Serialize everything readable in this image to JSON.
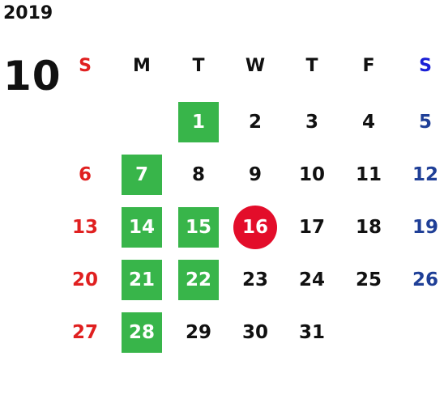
{
  "year": "2019",
  "month": "10",
  "weekdays": [
    "S",
    "M",
    "T",
    "W",
    "T",
    "F",
    "S"
  ],
  "colors": {
    "sunday": "#e02020",
    "saturday_header": "#1a1fd6",
    "saturday": "#1f3f97",
    "highlight": "#38b54a",
    "today": "#e30d2a"
  },
  "days": [
    {
      "day": "1",
      "highlight": true
    },
    {
      "day": "2"
    },
    {
      "day": "3"
    },
    {
      "day": "4"
    },
    {
      "day": "5"
    },
    {
      "day": "6"
    },
    {
      "day": "7",
      "highlight": true
    },
    {
      "day": "8"
    },
    {
      "day": "9"
    },
    {
      "day": "10"
    },
    {
      "day": "11"
    },
    {
      "day": "12"
    },
    {
      "day": "13"
    },
    {
      "day": "14",
      "highlight": true
    },
    {
      "day": "15",
      "highlight": true
    },
    {
      "day": "16",
      "today": true
    },
    {
      "day": "17"
    },
    {
      "day": "18"
    },
    {
      "day": "19"
    },
    {
      "day": "20"
    },
    {
      "day": "21",
      "highlight": true
    },
    {
      "day": "22",
      "highlight": true
    },
    {
      "day": "23"
    },
    {
      "day": "24"
    },
    {
      "day": "25"
    },
    {
      "day": "26"
    },
    {
      "day": "27"
    },
    {
      "day": "28",
      "highlight": true
    },
    {
      "day": "29"
    },
    {
      "day": "30"
    },
    {
      "day": "31"
    }
  ]
}
